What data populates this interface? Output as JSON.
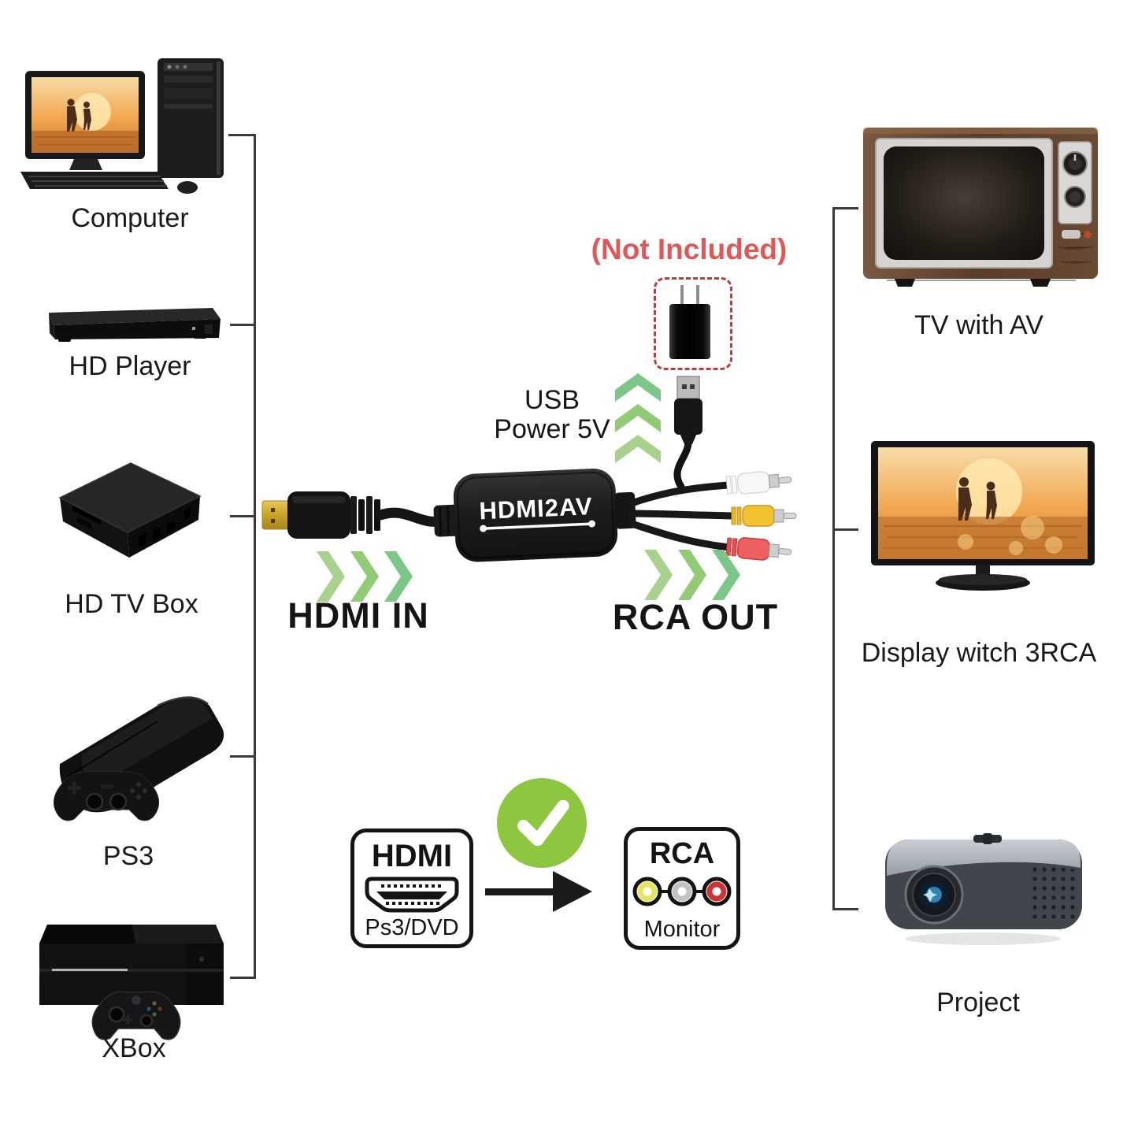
{
  "sources": {
    "items": [
      {
        "label": "Computer"
      },
      {
        "label": "HD Player"
      },
      {
        "label": "HD TV Box"
      },
      {
        "label": "PS3"
      },
      {
        "label": "XBox"
      }
    ]
  },
  "outputs": {
    "items": [
      {
        "label": "TV with AV"
      },
      {
        "label": "Display witch 3RCA"
      },
      {
        "label": "Project"
      }
    ]
  },
  "converter": {
    "device_label": "HDMI2AV",
    "input_label": "HDMI IN",
    "output_label": "RCA OUT",
    "power_label_line1": "USB",
    "power_label_line2": "Power 5V",
    "power_note": "(Not Included)"
  },
  "legend": {
    "hdmi_box": {
      "title": "HDMI",
      "subtitle": "Ps3/DVD"
    },
    "rca_box": {
      "title": "RCA",
      "subtitle": "Monitor"
    }
  },
  "colors": {
    "background": "#ffffff",
    "bracket_line": "#3a3a3a",
    "text": "#1a1a1a",
    "not_included_red": "#e05757",
    "dashed_border_red": "#b34040",
    "check_green": "#8dc63f",
    "chevron_green_1": "#a9d18e",
    "chevron_green_2": "#92cb76",
    "chevron_green_3": "#7cc688",
    "rca_yellow": "#f2c231",
    "rca_red": "#ee6060",
    "rca_white": "#f7f7f7"
  }
}
